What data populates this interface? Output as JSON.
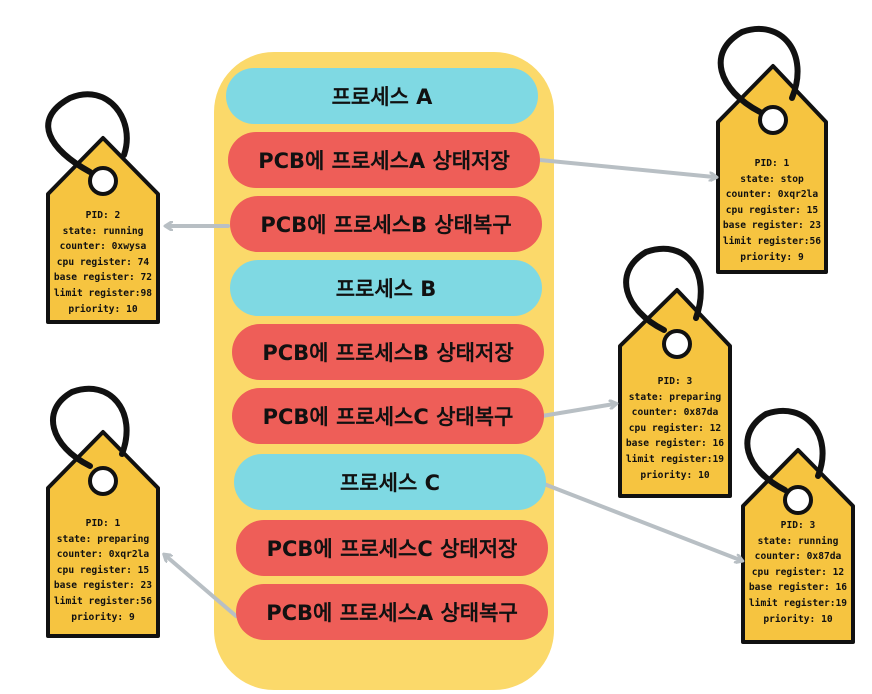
{
  "processes": [
    {
      "label": "프로세스 A"
    },
    {
      "label": "PCB에 프로세스A 상태저장"
    },
    {
      "label": "PCB에 프로세스B 상태복구"
    },
    {
      "label": "프로세스 B"
    },
    {
      "label": "PCB에 프로세스B 상태저장"
    },
    {
      "label": "PCB에 프로세스C 상태복구"
    },
    {
      "label": "프로세스 C"
    },
    {
      "label": "PCB에 프로세스C 상태저장"
    },
    {
      "label": "PCB에 프로세스A 상태복구"
    }
  ],
  "tags": [
    {
      "lines": [
        "PID: 2",
        "state: running",
        "counter: 0xwysa",
        "cpu register: 74",
        "base register: 72",
        "limit register:98",
        "priority: 10"
      ]
    },
    {
      "lines": [
        "PID: 1",
        "state: stop",
        "counter: 0xqr2la",
        "cpu register: 15",
        "base register: 23",
        "limit register:56",
        "priority: 9"
      ]
    },
    {
      "lines": [
        "PID: 3",
        "state: preparing",
        "counter: 0x87da",
        "cpu register: 12",
        "base register: 16",
        "limit register:19",
        "priority: 10"
      ]
    },
    {
      "lines": [
        "PID: 1",
        "state: preparing",
        "counter: 0xqr2la",
        "cpu register: 15",
        "base register: 23",
        "limit register:56",
        "priority: 9"
      ]
    },
    {
      "lines": [
        "PID: 3",
        "state: running",
        "counter: 0x87da",
        "cpu register: 12",
        "base register: 16",
        "limit register:19",
        "priority: 10"
      ]
    }
  ],
  "colors": {
    "panel": "#fbd96a",
    "process_pill": "#7fd9e3",
    "pcb_pill": "#ee5e58",
    "tag_fill": "#f6c440",
    "arrow": "#b8bfc4"
  }
}
